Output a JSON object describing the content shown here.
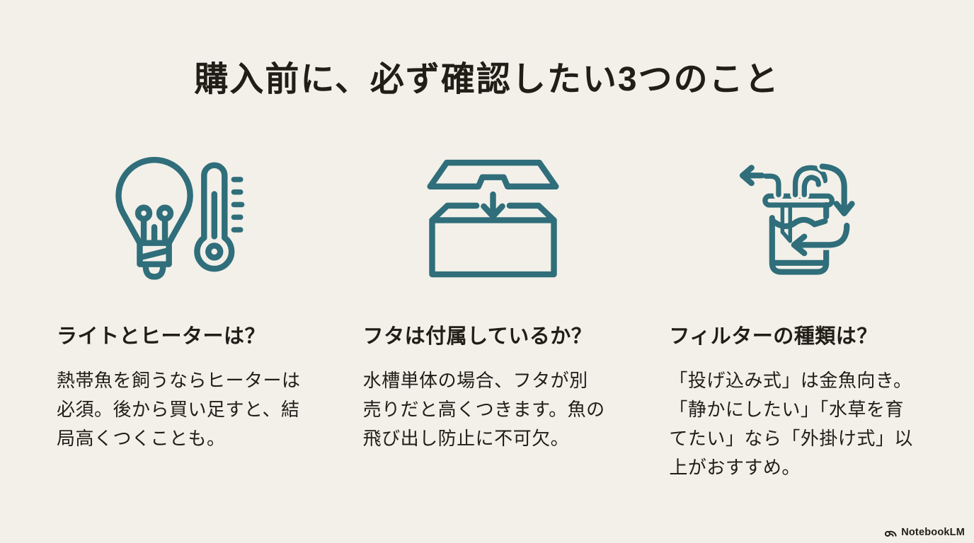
{
  "title": "購入前に、必ず確認したい3つのこと",
  "colors": {
    "background": "#f2f0e9",
    "accent": "#2f6e7a",
    "text": "#211d17"
  },
  "columns": [
    {
      "icon": "lightbulb-thermometer-icon",
      "heading": "ライトとヒーターは？",
      "body": "熱帯魚を飼うならヒーターは\n必須。後から買い足すと、結\n局高くつくことも。"
    },
    {
      "icon": "aquarium-lid-icon",
      "heading": "フタは付属しているか？",
      "body": "水槽単体の場合、フタが別\n売りだと高くつきます。魚の\n飛び出し防止に不可欠。"
    },
    {
      "icon": "filter-circulation-icon",
      "heading": "フィルターの種類は？",
      "body": "「投げ込み式」は金魚向き。\n「静かにしたい」「水草を育\nてたい」なら「外掛け式」以\n上がおすすめ。"
    }
  ],
  "footer": {
    "brand": "NotebookLM"
  }
}
